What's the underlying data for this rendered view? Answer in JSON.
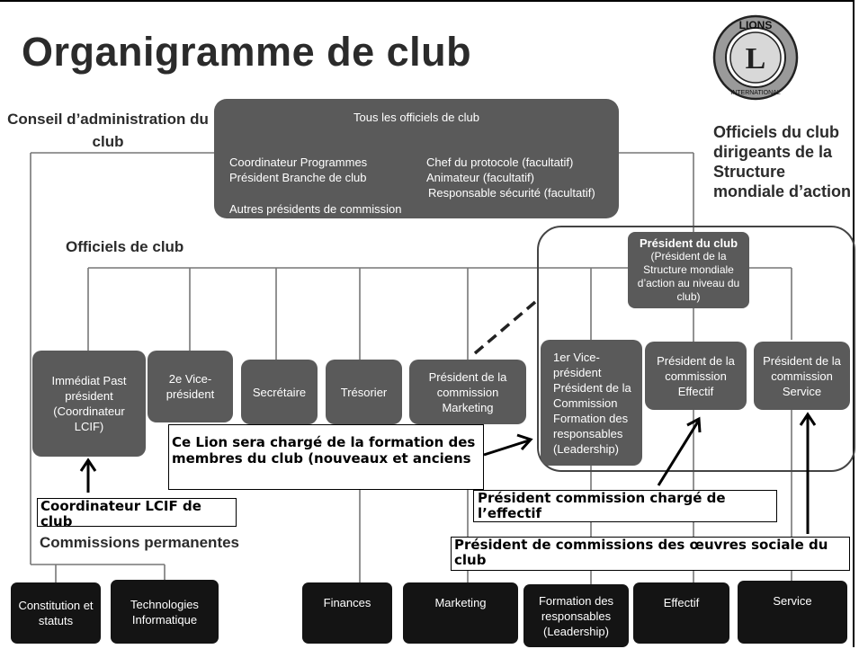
{
  "title": "Organigramme de club",
  "headers": {
    "board": "Conseil d’administration du club",
    "officers": "Officiels de club",
    "standing": "Commissions permanentes",
    "gat": "Officiels du club dirigeants de la Structure mondiale d’action"
  },
  "all_officers": {
    "heading": "Tous les officiels de club",
    "left_lines": [
      "Coordinateur Programmes",
      "Président Branche de club"
    ],
    "right_lines": [
      "Chef du protocole (facultatif)",
      "Animateur (facultatif)",
      "Responsable sécurité (facultatif)"
    ],
    "bottom": "Autres présidents de commission"
  },
  "president": {
    "title": "Président du club",
    "subtitle": "(Président de la Structure mondiale d’action au niveau du club)"
  },
  "officers": [
    {
      "label": "Immédiat Past président (Coordinateur LCIF)"
    },
    {
      "label": "2e Vice-président"
    },
    {
      "label": "Secrétaire"
    },
    {
      "label": "Trésorier"
    },
    {
      "label": "Président de la commission Marketing"
    },
    {
      "label": "1er Vice-président Président de la Commission Formation des responsables (Leadership)"
    },
    {
      "label": "Président de la commission Effectif"
    },
    {
      "label": "Président de la commission Service"
    }
  ],
  "committees": [
    {
      "label": "Constitution et statuts"
    },
    {
      "label": "Technologies Informatique"
    },
    {
      "label": "Finances"
    },
    {
      "label": "Marketing"
    },
    {
      "label": "Formation des responsables (Leadership)"
    },
    {
      "label": "Effectif"
    },
    {
      "label": "Service"
    }
  ],
  "notes": {
    "leadership": "Ce Lion sera chargé de la formation des membres du club (nouveaux et anciens",
    "lcif": "Coordinateur LCIF de club",
    "membership": "Président commission chargé de l’effectif",
    "service": "Président de commissions des œuvres sociale du club"
  },
  "logo": {
    "top": "LIONS",
    "bottom": "INTERNATIONAL",
    "letter": "L"
  },
  "colors": {
    "box": "#5a5a5a",
    "dark_box": "#141414",
    "line": "#777777"
  }
}
